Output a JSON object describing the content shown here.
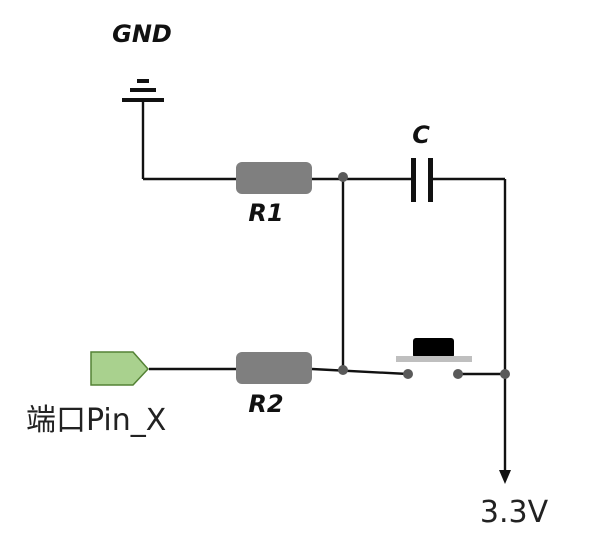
{
  "labels": {
    "gnd": "GND",
    "r1": "R1",
    "r2": "R2",
    "c": "C",
    "port": "端口Pin_X",
    "supply": "3.3V"
  },
  "colors": {
    "wire": "#111111",
    "resistor": "#7f7f7f",
    "node": "#5a5a5a",
    "port_fill": "#a9d18e",
    "port_stroke": "#548235",
    "button_cap": "#000000",
    "button_bar": "#bfbfbf"
  }
}
